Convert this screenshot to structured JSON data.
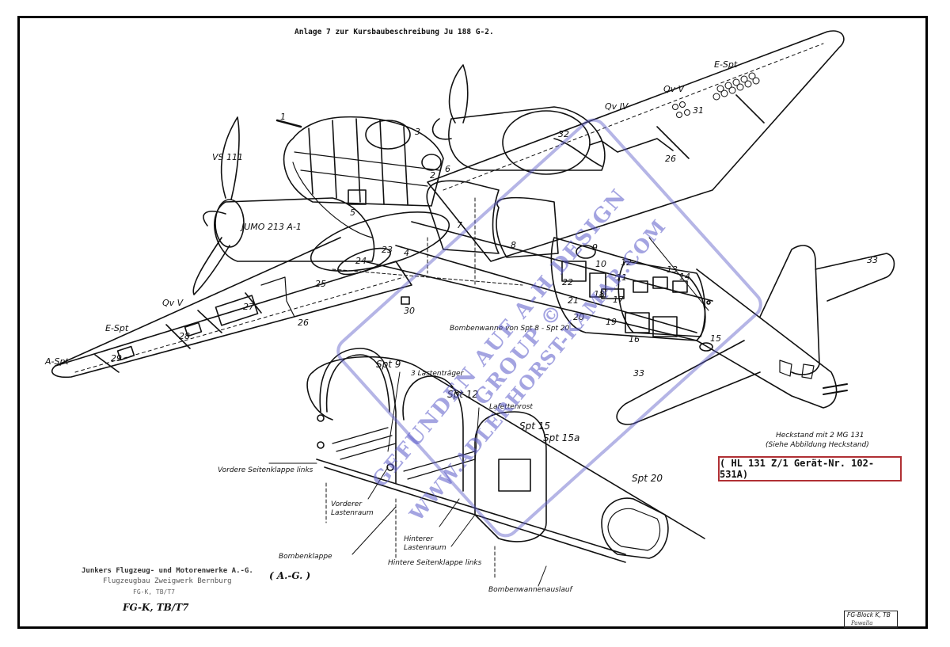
{
  "document": {
    "title": "Anlage 7 zur Kursbaubeschreibung Ju 188 G-2.",
    "manufacturer_line1": "Junkers Flugzeug- und Motorenwerke A.-G.",
    "manufacturer_ag": "( A.-G. )",
    "manufacturer_line2": "Flugzeugbau Zweigwerk Bernburg",
    "manufacturer_line3": "FG-K, TB/T7",
    "department": "FG-K, TB/T7",
    "device_reference": "( HL 131 Z/1   Gerät-Nr. 102-531A)",
    "stamp_text": "FG-Block K, TB",
    "stamp_signature": "Pawalla"
  },
  "watermark": {
    "line1": "GEFUNDEN AUF A-H DESIGN GROUP ©",
    "line2": "WWW.ADLERHORST-KAMAR.COM",
    "color": "#5a5ac8"
  },
  "labels": {
    "engine": "JUMO 213 A-1",
    "propeller": "VS 111",
    "a_spt": "A-Spt",
    "e_spt_left": "E-Spt",
    "qv_v_left": "Qv V",
    "e_spt_right": "E-Spt",
    "qv_v_right": "Qv V",
    "qv_iv_right": "Qv IV",
    "bomb_bay": "Bombenwanne von Spt 8 - Spt 20",
    "tail_turret": "Heckstand mit 2 MG 131",
    "tail_turret_note": "(Siehe Abbildung Heckstand)",
    "spt9": "Spt 9",
    "spt12": "Spt 12",
    "spt15": "Spt 15",
    "spt15a": "Spt 15a",
    "spt20": "Spt 20",
    "load_carriers": "3 Lastenträger",
    "mount_grid": "Lafettenrost",
    "front_side_flap": "Vordere Seitenklappe links",
    "front_bay_1": "Vorderer",
    "front_bay_2": "Lastenraum",
    "bomb_door": "Bombenklappe",
    "rear_bay_1": "Hinterer",
    "rear_bay_2": "Lastenraum",
    "rear_side_flap": "Hintere Seitenklappe links",
    "bomb_bay_fairing": "Bombenwannenauslauf"
  },
  "callouts": [
    "1",
    "2",
    "3",
    "4",
    "5",
    "6",
    "7",
    "8",
    "9",
    "10",
    "11",
    "12",
    "13",
    "14",
    "15",
    "16",
    "17",
    "18",
    "19",
    "20",
    "21",
    "22",
    "23",
    "24",
    "25",
    "26",
    "26",
    "27",
    "28",
    "29",
    "30",
    "31",
    "32",
    "33",
    "33",
    "33"
  ]
}
